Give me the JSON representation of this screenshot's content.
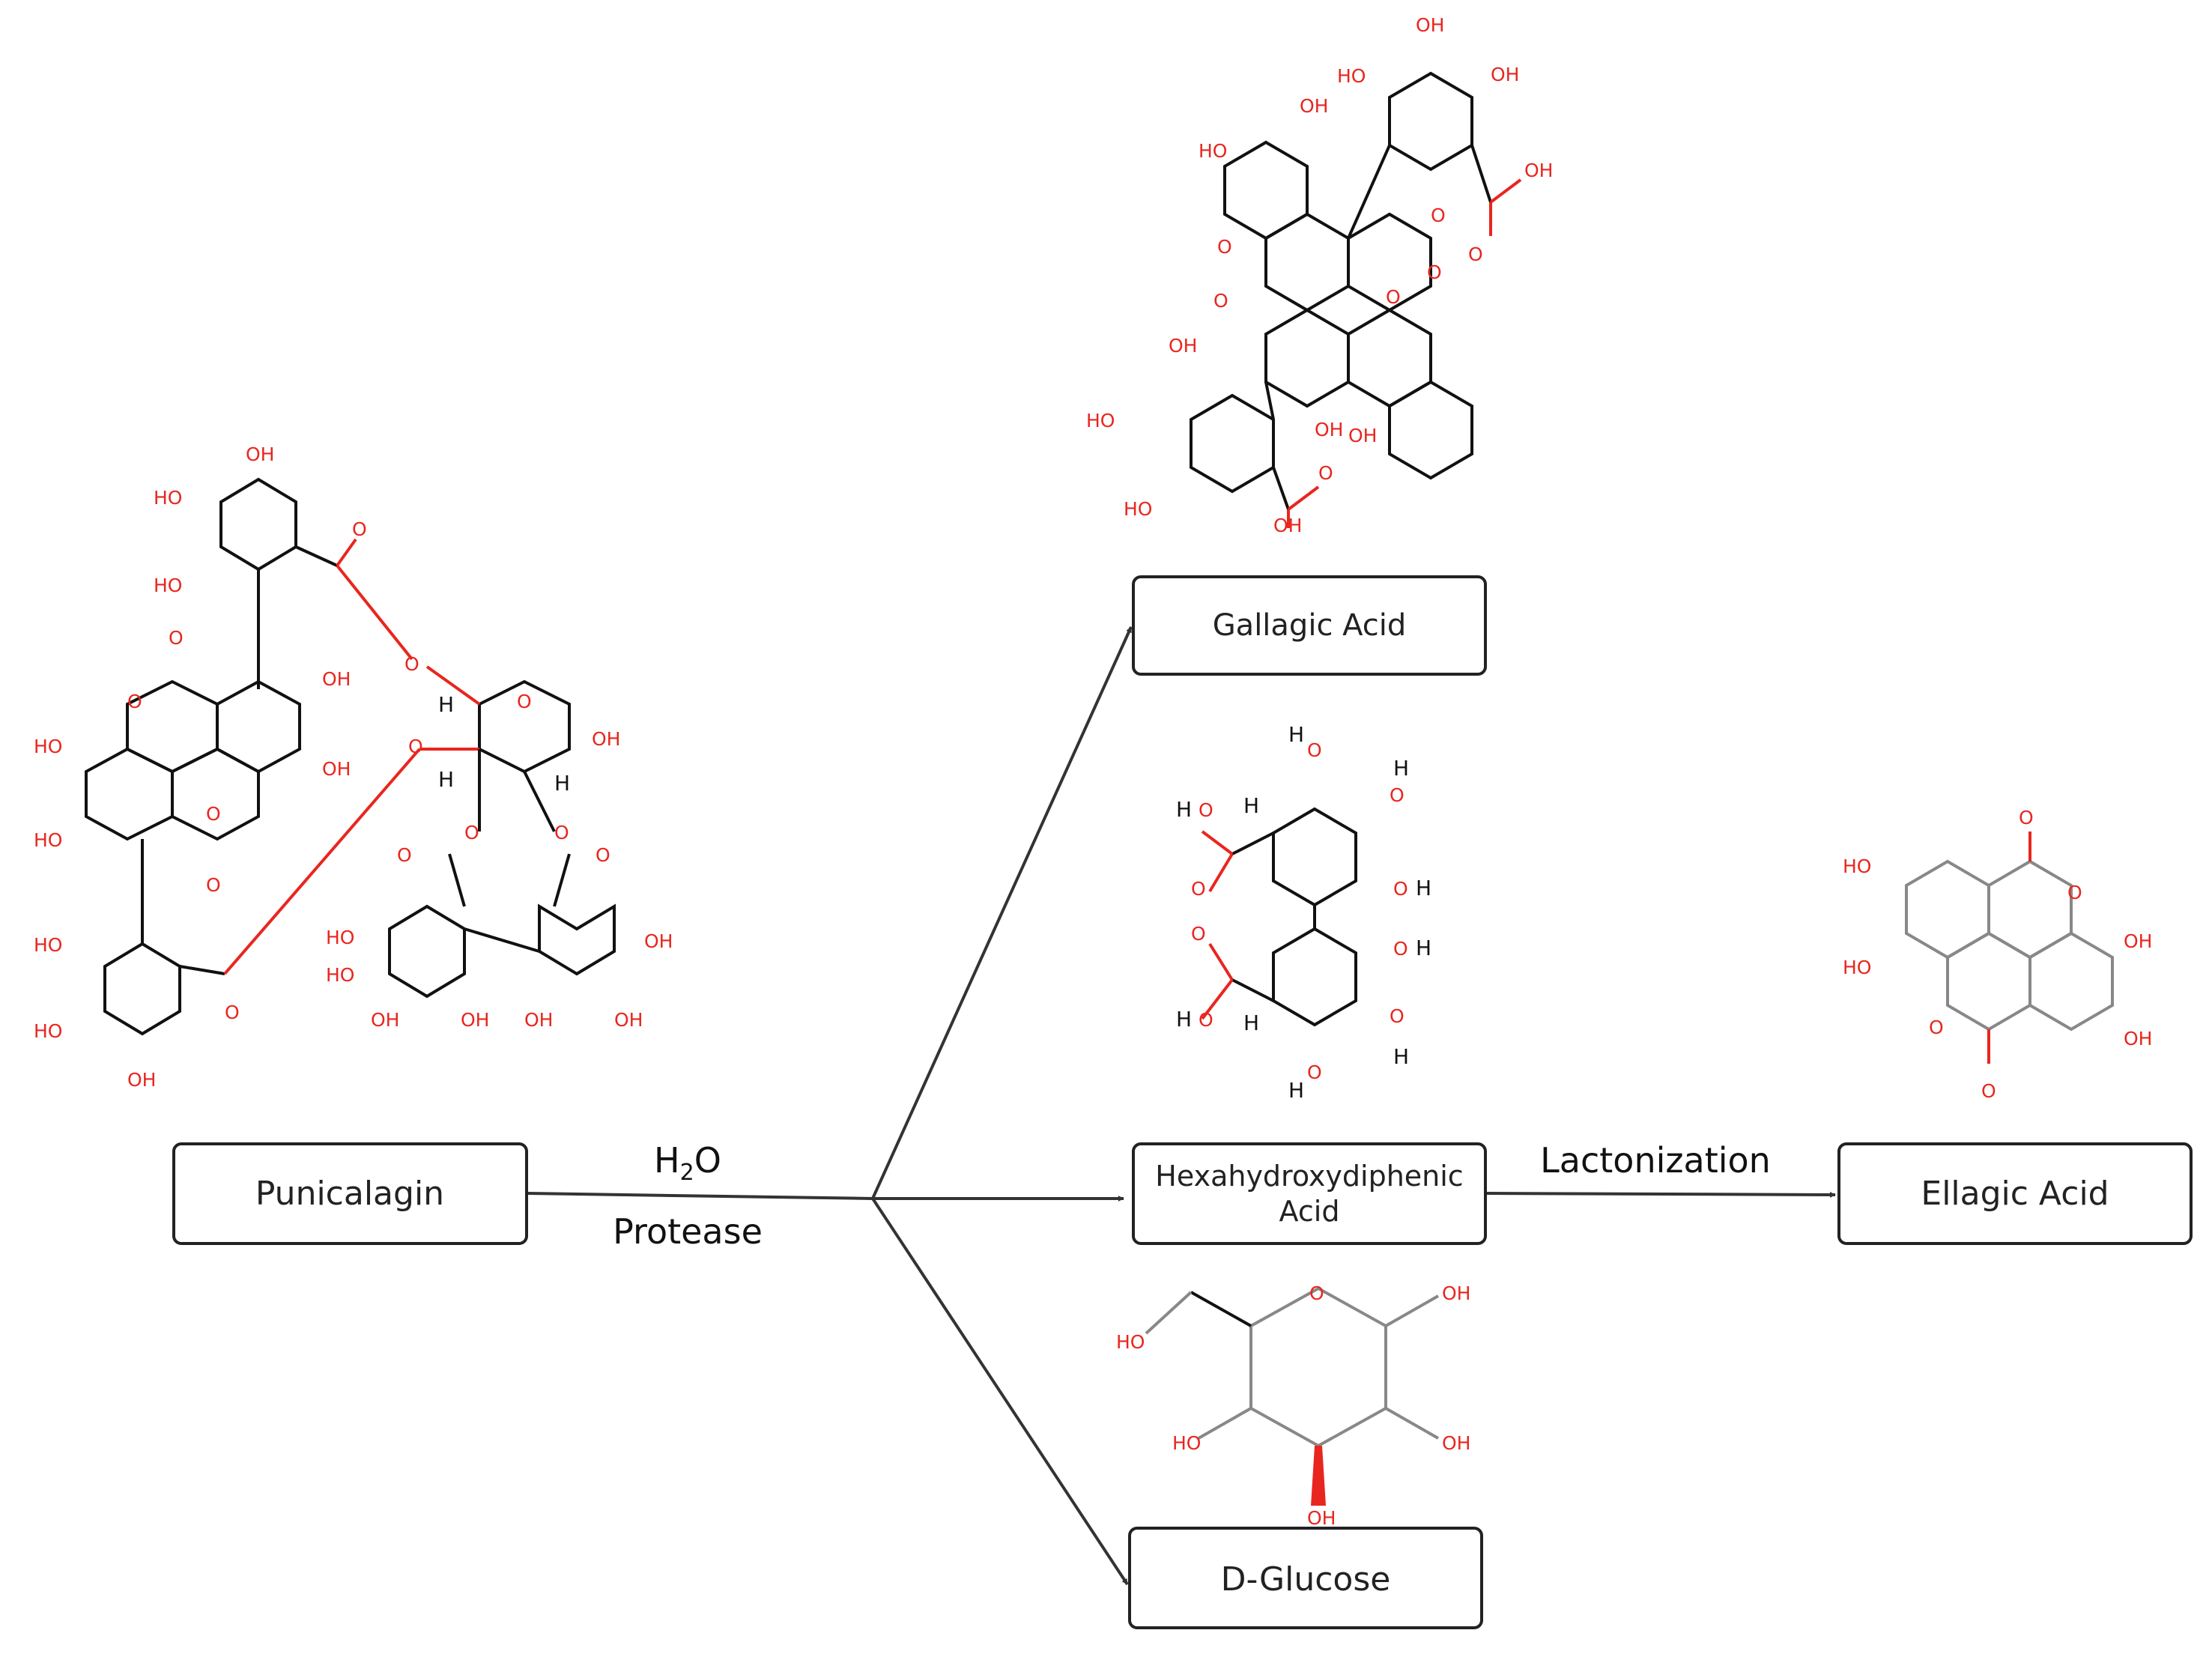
{
  "nodes": {
    "punicalagin": "Punicalagin",
    "gallagic_acid": "Gallagic Acid",
    "hhdp_line1": "Hexahydroxydiphenic",
    "hhdp_line2": "Acid",
    "ellagic_acid": "Ellagic Acid",
    "d_glucose": "D-Glucose"
  },
  "edges": {
    "water_h": "H",
    "water_sub": "2",
    "water_o": "O",
    "protease": "Protease",
    "lactonization": "Lactonization"
  },
  "atoms": {
    "oh": "OH",
    "ho": "HO",
    "o": "O",
    "h": "H"
  },
  "colors": {
    "heteroatom": "#e8261f",
    "bond": "#111111",
    "box_border": "#222222",
    "arrow": "#333333"
  }
}
